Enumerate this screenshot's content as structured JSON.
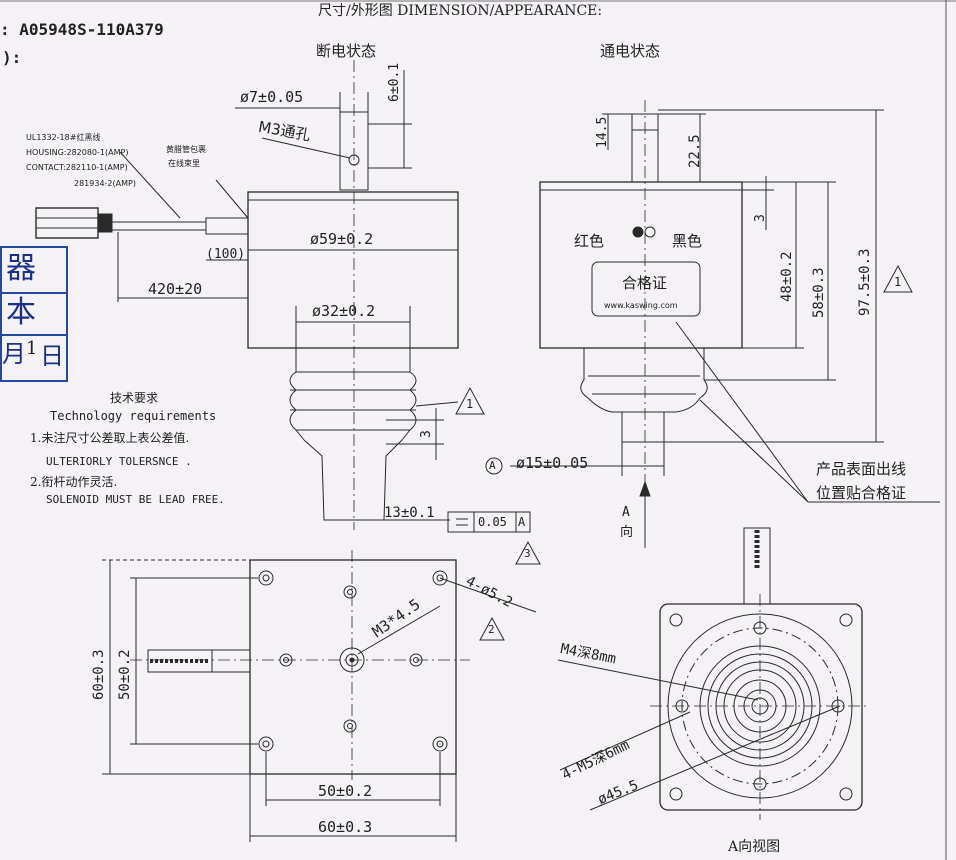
{
  "header": {
    "title": "尺寸/外形图 DIMENSION/APPEARANCE:",
    "part_no": ": A05948S-110A379",
    "colon_line": "):"
  },
  "views": {
    "off_state": "断电状态",
    "on_state": "通电状态",
    "a_view": "A向视图"
  },
  "cable_notes": {
    "line1": "UL1332-18#红黑线",
    "line2": "HOUSING:282080-1(AMP)",
    "line3": "CONTACT:282110-1(AMP)",
    "line4": "281934-2(AMP)",
    "sleeve1": "黄腊管包裹",
    "sleeve2": "在线束里"
  },
  "stamp": {
    "r1": "器",
    "r2": "本",
    "r3": "月",
    "r3b": "1",
    "r3c": "日"
  },
  "left_dims": {
    "d7": "ø7±0.05",
    "d6": "6±0.1",
    "m3hole": "M3通孔",
    "d59": "ø59±0.2",
    "d100": "(100)",
    "d420": "420±20",
    "d32": "ø32±0.2",
    "d3": "3",
    "tri1": "1",
    "d13": "13±0.1",
    "tol": "0.05",
    "datum": "A",
    "tri3": "3"
  },
  "right_dims": {
    "d145": "14.5",
    "d225": "22.5",
    "d3r": "3",
    "d48": "48±0.2",
    "d58": "58±0.3",
    "d975": "97.5±0.3",
    "tri1": "1",
    "red": "红色",
    "black": "黑色",
    "label_title": "合格证",
    "label_url": "www.kaswing.com",
    "datum_a": "A",
    "d15": "ø15±0.05",
    "dir_a": "A",
    "dir_xiang": "向",
    "note1": "产品表面出线",
    "note2": "位置贴合格证"
  },
  "tech": {
    "title_cn": "技术要求",
    "title_en": "Technology   requirements",
    "r1_cn": "1.未注尺寸公差取上表公差值.",
    "r1_en": "ULTERIORLY TOLERSNCE .",
    "r2_cn": "2.衔杆动作灵活.",
    "r2_en": "SOLENOID MUST BE LEAD FREE."
  },
  "bottom_dims": {
    "d60v": "60±0.3",
    "d50v": "50±0.2",
    "m3x45": "M3*4.5",
    "d4x52": "4-ø5.2",
    "tri2": "2",
    "d50h": "50±0.2",
    "d60h": "60±0.3"
  },
  "aview_dims": {
    "m4": "M4深8mm",
    "m5": "4-M5深6mm",
    "d455": "ø45.5"
  }
}
